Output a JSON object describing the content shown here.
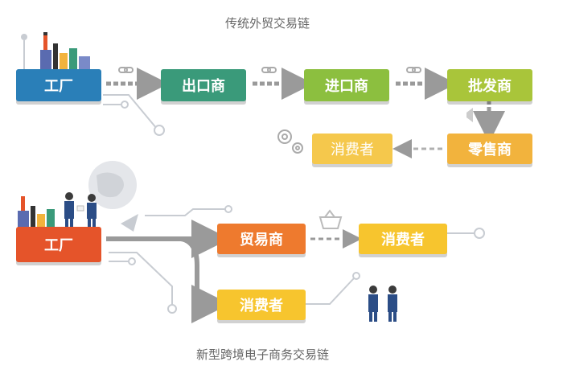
{
  "top": {
    "title": "传统外贸交易链",
    "factory": "工厂",
    "exporter": "出口商",
    "importer": "进口商",
    "wholesaler": "批发商",
    "retailer": "零售商",
    "consumer": "消费者"
  },
  "bottom": {
    "title": "新型跨境电子商务交易链",
    "factory": "工厂",
    "trader": "贸易商",
    "consumer_a": "消费者",
    "consumer_b": "消费者"
  },
  "colors": {
    "factory_top": "#2a7fb8",
    "exporter": "#3a9a7a",
    "importer": "#8cbf3f",
    "wholesaler": "#a9c53a",
    "retailer": "#f2b33d",
    "consumer_top": "#f5c84c",
    "factory_bottom": "#e5542a",
    "trader": "#ee7a2e",
    "consumer_yellow": "#f7c52e",
    "arrow": "#9a9a9a"
  },
  "icons": [
    "factory-icon",
    "link-icon",
    "gear-icon",
    "globe-icon",
    "rocket-icon",
    "basket-icon",
    "businesspeople-icon",
    "handshake-icon"
  ]
}
